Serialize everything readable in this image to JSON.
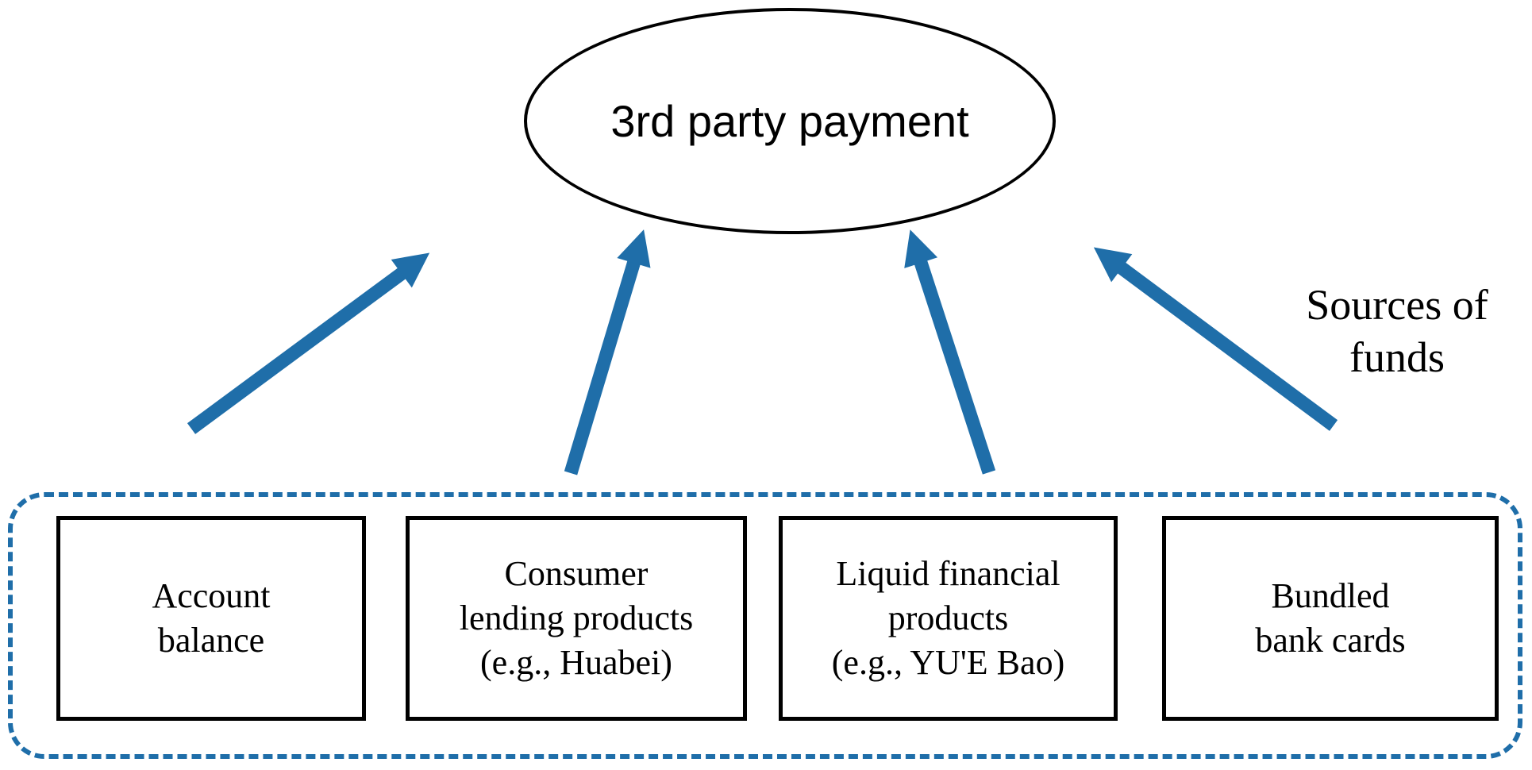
{
  "title": "3rd party payment",
  "side_label": "Sources of\nfunds",
  "sources": [
    {
      "label": "Account\nbalance"
    },
    {
      "label": "Consumer\nlending products\n(e.g., Huabei)"
    },
    {
      "label": "Liquid financial\nproducts\n(e.g., YU'E Bao)"
    },
    {
      "label": "Bundled\nbank cards"
    }
  ],
  "colors": {
    "arrow": "#1f6ea9",
    "container_border": "#1f6ea9",
    "box_border": "#000000"
  }
}
